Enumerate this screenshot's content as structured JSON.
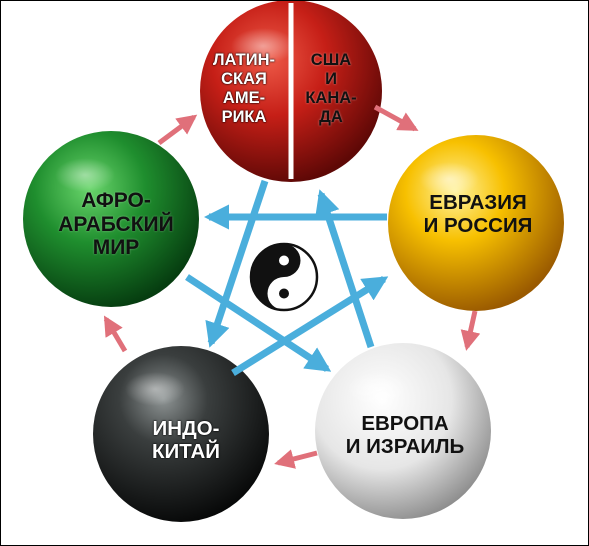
{
  "spheres": {
    "latin_america": {
      "label": "ЛАТИН-\nСКАЯ\nАМЕ-\nРИКА",
      "color": "#c0201a"
    },
    "usa_canada": {
      "label": "США\nИ\nКАНА-\nДА",
      "color": "#c0201a"
    },
    "eurasia_russia": {
      "label": "ЕВРАЗИЯ\nИ РОССИЯ",
      "color": "#f5b800"
    },
    "europe_israel": {
      "label": "ЕВРОПА\nИ ИЗРАИЛЬ",
      "color": "#e4e4e4"
    },
    "indo_china": {
      "label": "ИНДО-\nКИТАЙ",
      "color": "#2a2d2d"
    },
    "afro_arab": {
      "label": "АФРО-\nАРАБСКИЙ\nМИР",
      "color": "#1f8a2e"
    }
  },
  "colors": {
    "star_arrows": "#4aaedc",
    "cycle_arrows": "#e0707a",
    "yin_yang_dark": "#111111",
    "yin_yang_light": "#ffffff"
  }
}
